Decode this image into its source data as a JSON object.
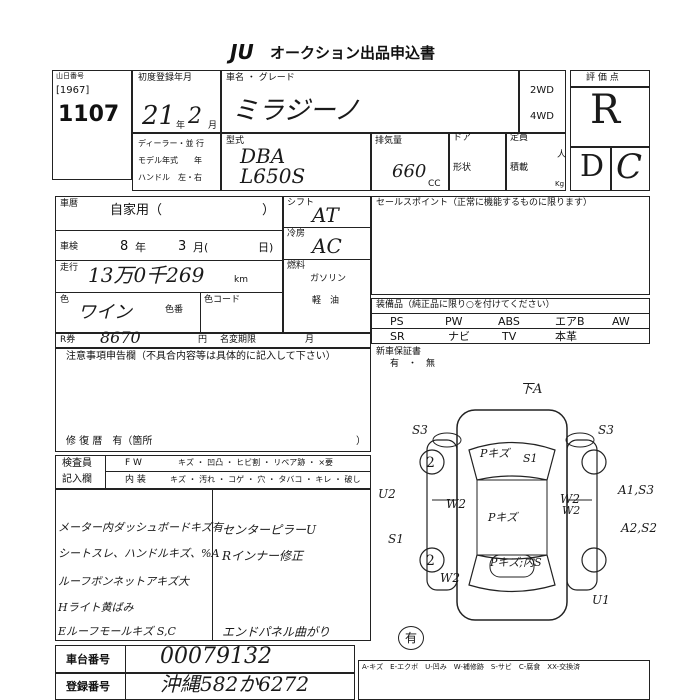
{
  "header": {
    "logo": "JU",
    "title": "オークション出品申込書"
  },
  "left_top": {
    "code_label": "山日番号",
    "code": "[1967]",
    "lot": "1107"
  },
  "reg": {
    "label": "初度登録年月",
    "year": "21",
    "month": "2"
  },
  "car": {
    "label": "車名 ・ グレード",
    "name": "ミラジーノ"
  },
  "drive": {
    "two": "2WD",
    "four": "4WD"
  },
  "rating": {
    "label": "評 価 点",
    "score": "R",
    "interior": "D",
    "exterior": "C"
  },
  "dealer": {
    "line1": "ディーラー・並 行",
    "line2": "モデル年式　　年",
    "line3": "ハンドル　左・右"
  },
  "spec": {
    "model_label": "型式",
    "model1": "DBA",
    "model2": "L650S",
    "cc_label": "排気量",
    "cc": "660",
    "cc_unit": "CC",
    "door": "ドア",
    "shape": "形状",
    "capacity": "定員",
    "person": "人",
    "load": "積載",
    "kg": "Kg"
  },
  "history": {
    "label": "車暦",
    "value": "自家用（",
    "paren": "）"
  },
  "inspection": {
    "label": "車検",
    "year": "8",
    "year_unit": "年",
    "month": "3",
    "month_unit": "月(",
    "day_unit": "日)"
  },
  "mileage": {
    "label": "走行",
    "value": "13万0千269",
    "unit": "km"
  },
  "color": {
    "label": "色",
    "value": "ワイン",
    "num_label": "色番",
    "code_label": "色コード"
  },
  "r_ticket": {
    "label": "R券",
    "value": "8670",
    "yen": "円",
    "name_label": "名変期限",
    "month": "月"
  },
  "shift": {
    "label": "シフト",
    "value": "AT"
  },
  "ac": {
    "label": "冷房",
    "value": "AC"
  },
  "fuel": {
    "label": "燃料",
    "gasoline": "ガソリン",
    "diesel": "軽　油"
  },
  "sales": {
    "label": "セールスポイント（正常に機能するものに限ります）"
  },
  "equipment": {
    "label": "装備品（純正品に限り○を付けてください）",
    "row1": [
      "PS",
      "PW",
      "ABS",
      "エアB",
      "AW"
    ],
    "row2": [
      "SR",
      "ナビ",
      "TV",
      "本革"
    ]
  },
  "warranty": {
    "label": "新車保証書",
    "value": "有　・　無"
  },
  "notes": {
    "label": "注意事項申告欄（不具合内容等は具体的に記入して下さい）",
    "repair_label": "修 復 暦　有（箇所",
    "repair_close": "）"
  },
  "inspector": {
    "label1": "検査員",
    "label2": "記入欄",
    "fw": "F W",
    "fw_items": "キズ ・ 凹凸 ・ ヒビ割 ・ リペア跡 ・ ×要",
    "interior": "内 装",
    "int_items": "キズ ・ 汚れ ・ コゲ ・ 穴 ・ タバコ ・ キレ ・ 破し"
  },
  "handwritten_notes": [
    "メーター内ダッシュボードキズ有",
    "シートスレ、ハンドルキズ、%A",
    "ルーフボンネットアキズ大",
    "Hライト黄ばみ",
    "Eルーフモールキズ S,C"
  ],
  "handwritten_right": [
    "センターピラーU",
    "Rインナー修正",
    "エンドパネル曲がり"
  ],
  "diagram": {
    "top": "下A",
    "labels": [
      "S3",
      "S3",
      "U2",
      "A1,S3",
      "S1",
      "A2,S2",
      "W2",
      "W2",
      "W2",
      "U1",
      "Pキズ",
      "S1",
      "Pキズ",
      "Pキズ;内S",
      "W2"
    ],
    "tires": [
      "2",
      "2"
    ],
    "stamp": "有"
  },
  "chassis": {
    "label": "車台番号",
    "value": "00079132"
  },
  "plate": {
    "label": "登録番号",
    "value": "沖縄582か6272"
  },
  "legend": "A-キズ　E-エクボ　U-凹み　W-補修跡　S-サビ　C-腐食　XX-交換済"
}
